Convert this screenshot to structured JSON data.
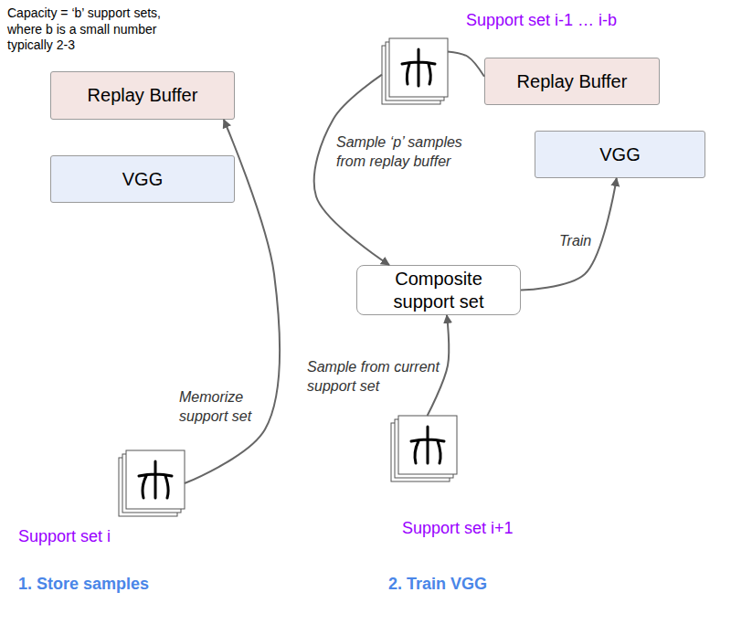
{
  "diagram": {
    "nodes": [
      {
        "text": [
          "Replay Buffer"
        ]
      },
      {
        "text": [
          "VGG"
        ]
      },
      {
        "text": [
          "Support set i"
        ]
      },
      {
        "text": [
          "Support set i-1 … i-b"
        ]
      },
      {
        "text": [
          "Replay Buffer"
        ]
      },
      {
        "text": [
          "VGG"
        ]
      },
      {
        "text": [
          "Composite support set"
        ]
      },
      {
        "text": [
          "Support set i+1"
        ]
      }
    ],
    "edges": [
      {
        "from": 2,
        "to": 0,
        "label": "Memorize support set",
        "arrow": "to"
      },
      {
        "from": 3,
        "to": 4,
        "arrow": "none"
      },
      {
        "from": 3,
        "to": 6,
        "label": "Sample ‘p’ samples from replay buffer",
        "arrow": "to"
      },
      {
        "from": 7,
        "to": 6,
        "label": "Sample from current support set",
        "arrow": "to"
      },
      {
        "from": 6,
        "to": 5,
        "label": "Train",
        "arrow": "to"
      }
    ],
    "labels": [
      "Capacity = ‘b’ support sets, where b is a small number typically 2-3",
      "1. Store samples",
      "2. Train VGG"
    ]
  }
}
